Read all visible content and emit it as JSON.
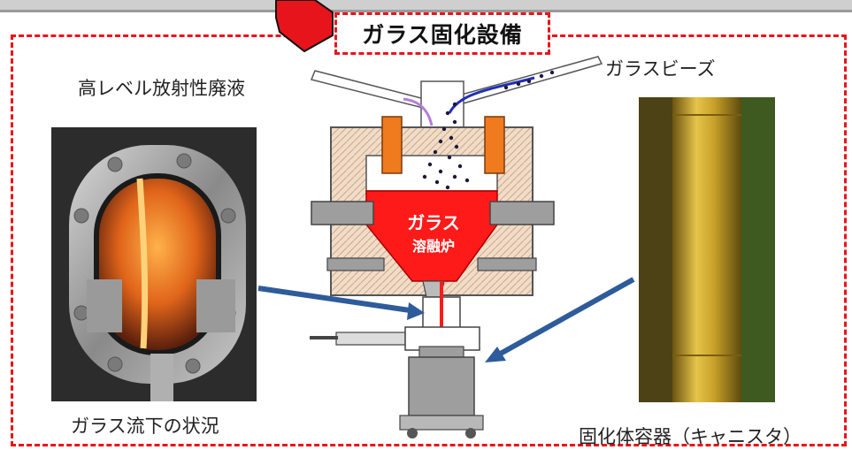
{
  "title": "ガラス固化設備",
  "labels": {
    "waste": "高レベル放射性廃液",
    "beads": "ガラスビーズ",
    "melter_line1": "ガラス",
    "melter_line2": "溶融炉",
    "flow_caption": "ガラス流下の状況",
    "canister_caption": "固化体容器（キャニスタ）"
  },
  "colors": {
    "frame": "#e8141b",
    "melt": "#ff1a1a",
    "arrow": "#2e5b9a",
    "refractory": "#f1dcc8",
    "electrode": "#f07a1e"
  }
}
